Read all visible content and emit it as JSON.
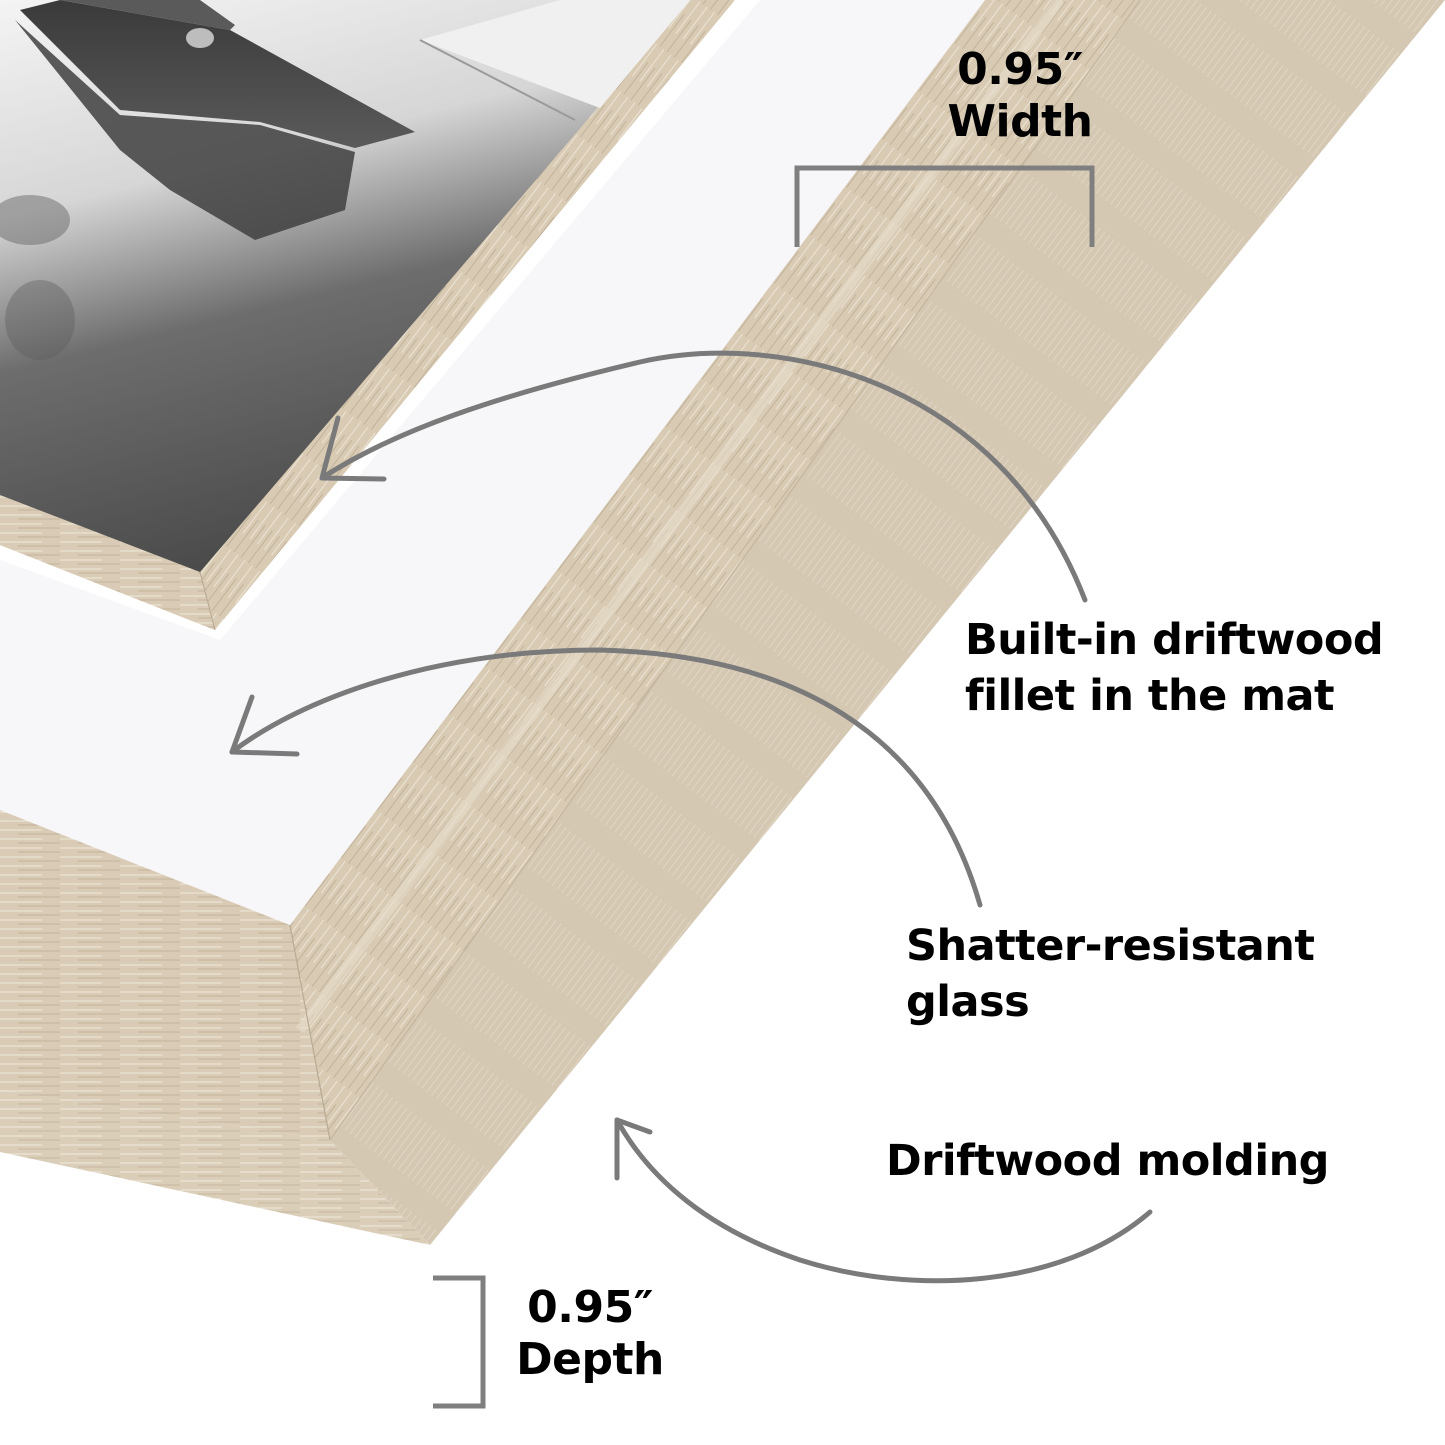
{
  "image": {
    "subject": "Picture frame corner close-up with feature callouts",
    "photo_description": "Black and white photo of a rowboat on still water"
  },
  "callouts": {
    "width": {
      "value": "0.95″",
      "label": "Width"
    },
    "fillet": {
      "line1": "Built-in driftwood",
      "line2": "fillet in the mat"
    },
    "glass": {
      "line1": "Shatter-resistant",
      "line2": "glass"
    },
    "molding": {
      "label": "Driftwood molding"
    },
    "depth": {
      "value": "0.95″",
      "label": "Depth"
    }
  },
  "colors": {
    "background": "#ffffff",
    "mat": "#f7f7f9",
    "wood_face": "#d9cbb5",
    "wood_side": "#d6c9b4",
    "wood_light": "#e6dccb",
    "wood_grain": "#bfb09a",
    "arrow": "#7a7a7a",
    "text": "#000000",
    "photo_dark": "#4a4a4a",
    "photo_light": "#e9e9e9"
  }
}
